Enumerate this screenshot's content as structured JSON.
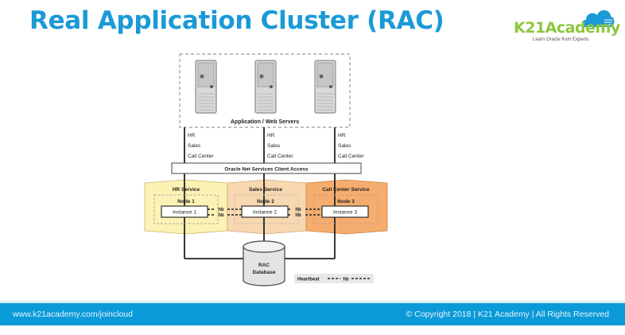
{
  "header": {
    "title": "Real Application Cluster (RAC)"
  },
  "logo": {
    "name": "K21Academy",
    "tagline": "Learn Oracle from Experts",
    "icon": "cloud-icon"
  },
  "diagram": {
    "app_servers_label": "Application / Web Servers",
    "server_icon": "server-tower-icon",
    "servers": [
      {
        "services": [
          "HR",
          "Sales",
          "Call Center"
        ]
      },
      {
        "services": [
          "HR",
          "Sales",
          "Call Center"
        ]
      },
      {
        "services": [
          "HR",
          "Sales",
          "Call Center"
        ]
      }
    ],
    "net_services_label": "Oracle Net Services Client Access",
    "nodes": [
      {
        "service": "HR Service",
        "node": "Node 1",
        "instance": "Instance 1",
        "color": "#fbf2b4"
      },
      {
        "service": "Sales Service",
        "node": "Node 2",
        "instance": "Instance 2",
        "color": "#f8d8b0"
      },
      {
        "service": "Call Center Service",
        "node": "Node 3",
        "instance": "Instance 3",
        "color": "#f5ad6e"
      }
    ],
    "hb_label": "hb",
    "database": {
      "line1": "RAC",
      "line2": "Database"
    },
    "legend": {
      "label": "Heartbeat",
      "symbol": "hb"
    }
  },
  "footer": {
    "left": "www.k21academy.com/joincloud",
    "right": "© Copyright 2018 | K21 Academy | All Rights Reserved"
  }
}
